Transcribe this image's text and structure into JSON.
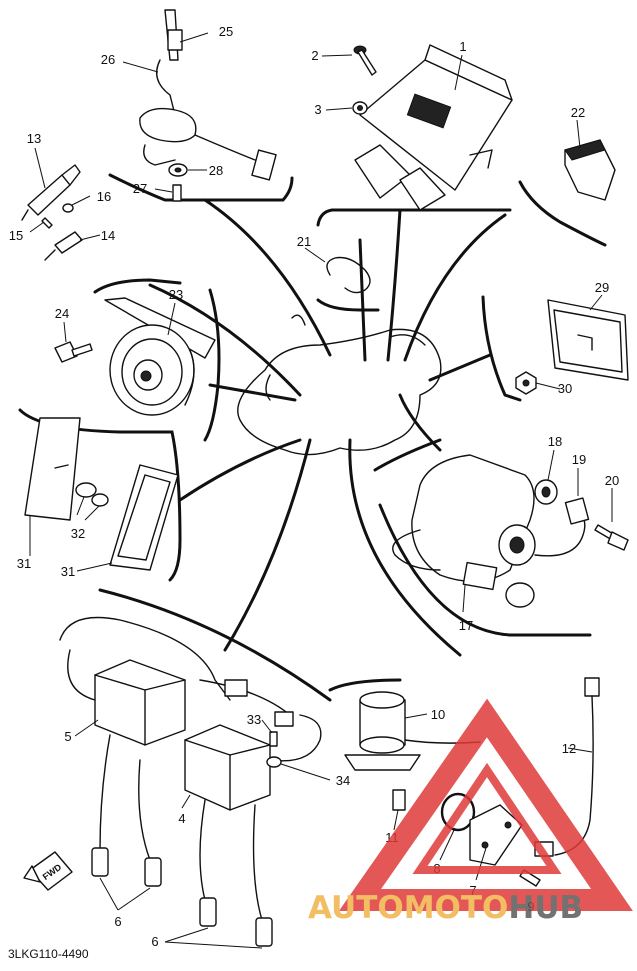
{
  "diagram": {
    "drawing_code": "3LKG110-4490",
    "direction_label": "FWD",
    "callouts": [
      "1",
      "2",
      "3",
      "4",
      "5",
      "6",
      "6",
      "6",
      "7",
      "8",
      "9",
      "10",
      "11",
      "12",
      "13",
      "14",
      "15",
      "16",
      "17",
      "18",
      "19",
      "20",
      "21",
      "22",
      "23",
      "24",
      "25",
      "26",
      "27",
      "28",
      "29",
      "30",
      "31",
      "31",
      "32",
      "32",
      "33",
      "34"
    ]
  },
  "watermark": {
    "brand_part1": "AUTOMOTO",
    "brand_part2": "HUB",
    "colors": {
      "part1": "#f2b24a",
      "part2": "#5a5a5a",
      "triangle": "#e03a3a"
    }
  }
}
